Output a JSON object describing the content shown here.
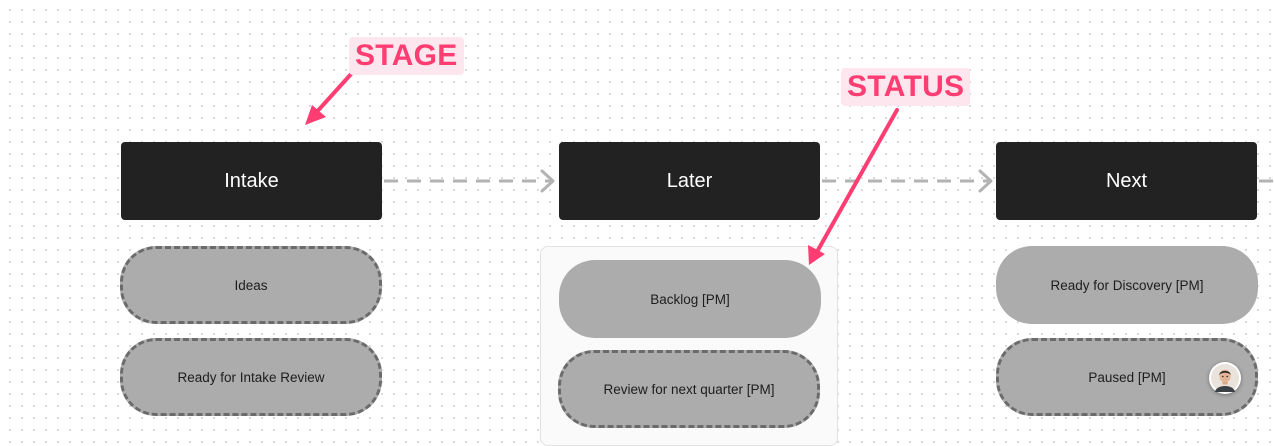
{
  "annotations": {
    "stage_label": "STAGE",
    "status_label": "STATUS"
  },
  "stages": [
    {
      "label": "Intake"
    },
    {
      "label": "Later"
    },
    {
      "label": "Next"
    }
  ],
  "statuses": {
    "intake": [
      "Ideas",
      "Ready for Intake Review"
    ],
    "later": [
      "Backlog [PM]",
      "Review for next quarter [PM]"
    ],
    "next": [
      "Ready for Discovery [PM]",
      "Paused [PM]"
    ]
  },
  "colors": {
    "stage_fill": "#222222",
    "status_fill": "#acacac",
    "dashed_border": "#6b6b6b",
    "annotation": "#ff3d72",
    "annotation_bg": "#fde6ee",
    "connector": "#b3b3b3"
  },
  "icons": {
    "avatar": "user-avatar-icon"
  }
}
